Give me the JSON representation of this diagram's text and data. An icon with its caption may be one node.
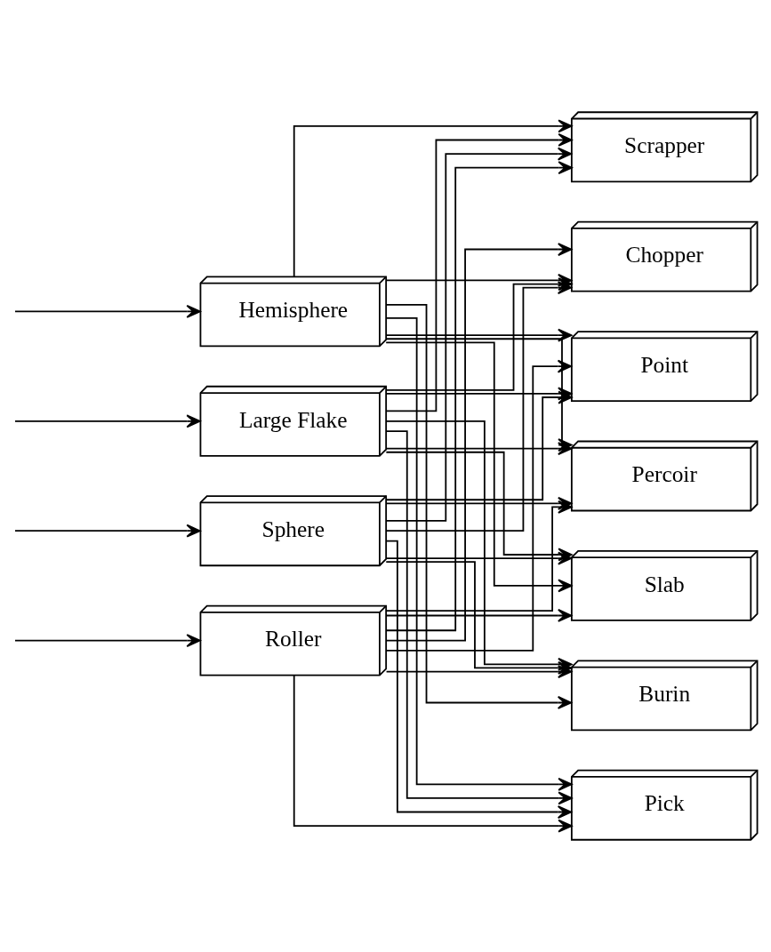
{
  "diagram": {
    "nodes": [
      {
        "text": [
          "Hemisphere"
        ]
      },
      {
        "text": [
          "Large Flake"
        ]
      },
      {
        "text": [
          "Sphere"
        ]
      },
      {
        "text": [
          "Roller"
        ]
      },
      {
        "text": [
          "Pick"
        ]
      },
      {
        "text": [
          "Scrapper"
        ]
      },
      {
        "text": [
          "Chopper"
        ]
      },
      {
        "text": [
          "Point"
        ]
      },
      {
        "text": [
          "Percoir"
        ]
      },
      {
        "text": [
          "Slab"
        ]
      },
      {
        "text": [
          "Burin"
        ]
      }
    ],
    "edges": [
      {
        "from": null,
        "to": 0,
        "arrow": "to"
      },
      {
        "from": null,
        "to": 1,
        "arrow": "to"
      },
      {
        "from": null,
        "to": 2,
        "arrow": "to"
      },
      {
        "from": null,
        "to": 3,
        "arrow": "to"
      },
      {
        "from": 0,
        "to": 4,
        "arrow": "to"
      },
      {
        "from": 0,
        "to": 5,
        "arrow": "to"
      },
      {
        "from": 0,
        "to": 6,
        "arrow": "to"
      },
      {
        "from": 0,
        "to": 7,
        "arrow": "to"
      },
      {
        "from": 0,
        "to": 8,
        "arrow": "to"
      },
      {
        "from": 0,
        "to": 9,
        "arrow": "to"
      },
      {
        "from": 0,
        "to": 10,
        "arrow": "to"
      },
      {
        "from": 1,
        "to": 4,
        "arrow": "to"
      },
      {
        "from": 1,
        "to": 5,
        "arrow": "to"
      },
      {
        "from": 1,
        "to": 6,
        "arrow": "to"
      },
      {
        "from": 1,
        "to": 7,
        "arrow": "to"
      },
      {
        "from": 1,
        "to": 8,
        "arrow": "to"
      },
      {
        "from": 1,
        "to": 9,
        "arrow": "to"
      },
      {
        "from": 1,
        "to": 10,
        "arrow": "to"
      },
      {
        "from": 2,
        "to": 4,
        "arrow": "to"
      },
      {
        "from": 2,
        "to": 5,
        "arrow": "to"
      },
      {
        "from": 2,
        "to": 6,
        "arrow": "to"
      },
      {
        "from": 2,
        "to": 7,
        "arrow": "to"
      },
      {
        "from": 2,
        "to": 8,
        "arrow": "to"
      },
      {
        "from": 2,
        "to": 9,
        "arrow": "to"
      },
      {
        "from": 2,
        "to": 10,
        "arrow": "to"
      },
      {
        "from": 3,
        "to": 4,
        "arrow": "to"
      },
      {
        "from": 3,
        "to": 5,
        "arrow": "to"
      },
      {
        "from": 3,
        "to": 6,
        "arrow": "to"
      },
      {
        "from": 3,
        "to": 7,
        "arrow": "to"
      },
      {
        "from": 3,
        "to": 8,
        "arrow": "to"
      },
      {
        "from": 3,
        "to": 9,
        "arrow": "to"
      },
      {
        "from": 3,
        "to": 10,
        "arrow": "to"
      }
    ]
  }
}
